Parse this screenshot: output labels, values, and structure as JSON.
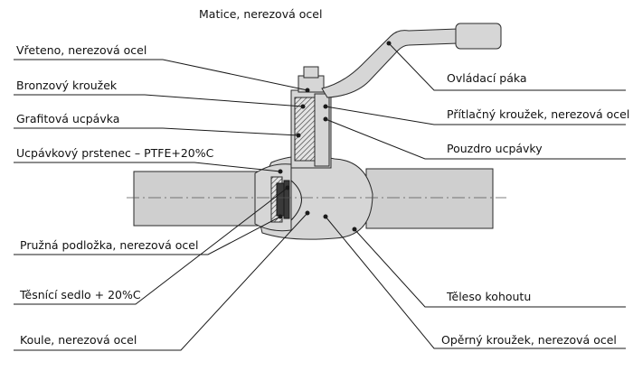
{
  "labels": {
    "matice": "Matice, nerezová ocel",
    "vreteno": "Vřeteno, nerezová ocel",
    "bronzovy": "Bronzový kroužek",
    "grafitova": "Grafitová ucpávka",
    "ucpavkovy": "Ucpávkový prstenec – PTFE+20%C",
    "pruzna": "Pružná podložka, nerezová ocel",
    "tesnici": "Těsnící sedlo + 20%C",
    "koule": "Koule, nerezová ocel",
    "ovladaci": "Ovládací páka",
    "pritlacny": "Přítlačný kroužek, nerezová ocel",
    "pouzdro": "Pouzdro ucpávky",
    "teleso": "Těleso kohoutu",
    "operny": "Opěrný kroužek, nerezová ocel"
  }
}
